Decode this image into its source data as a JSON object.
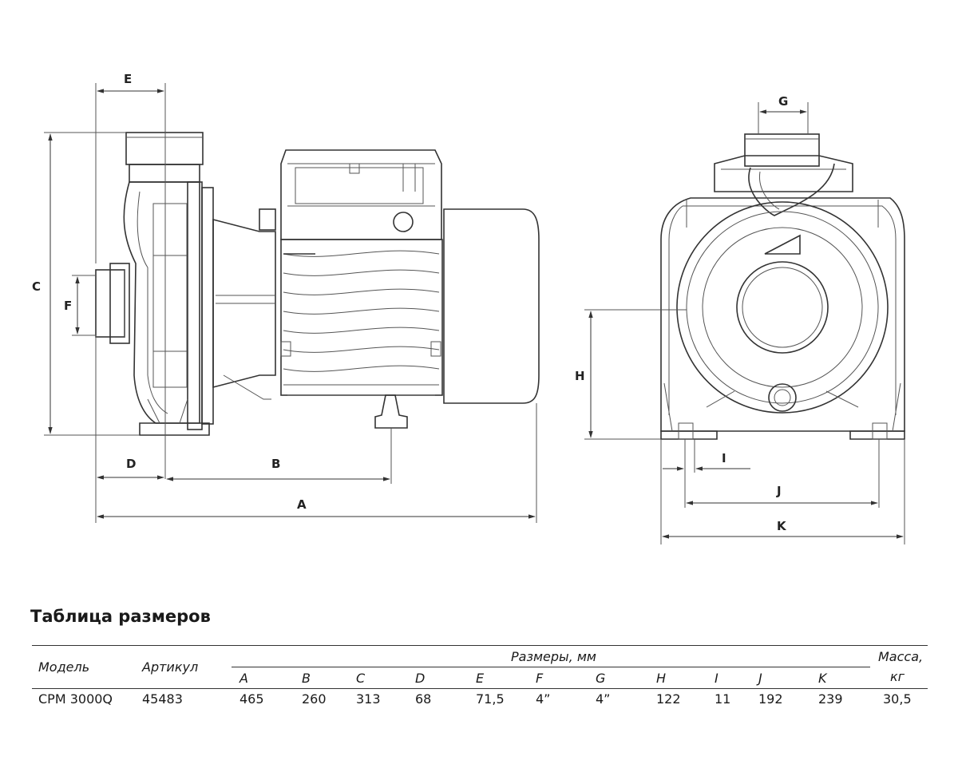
{
  "labels": {
    "A": "A",
    "B": "B",
    "C": "C",
    "D": "D",
    "E": "E",
    "F": "F",
    "G": "G",
    "H": "H",
    "I": "I",
    "J": "J",
    "K": "K"
  },
  "table": {
    "title": "Таблица размеров",
    "col_model": "Модель",
    "col_article": "Артикул",
    "col_dimensions": "Размеры, мм",
    "col_mass": "Масса,",
    "col_mass_unit": "кг",
    "dim_headers": [
      "A",
      "B",
      "C",
      "D",
      "E",
      "F",
      "G",
      "H",
      "I",
      "J",
      "K"
    ],
    "row": {
      "model": "CPM 3000Q",
      "article": "45483",
      "dims": [
        "465",
        "260",
        "313",
        "68",
        "71,5",
        "4”",
        "4”",
        "122",
        "11",
        "192",
        "239"
      ],
      "mass": "30,5"
    }
  }
}
